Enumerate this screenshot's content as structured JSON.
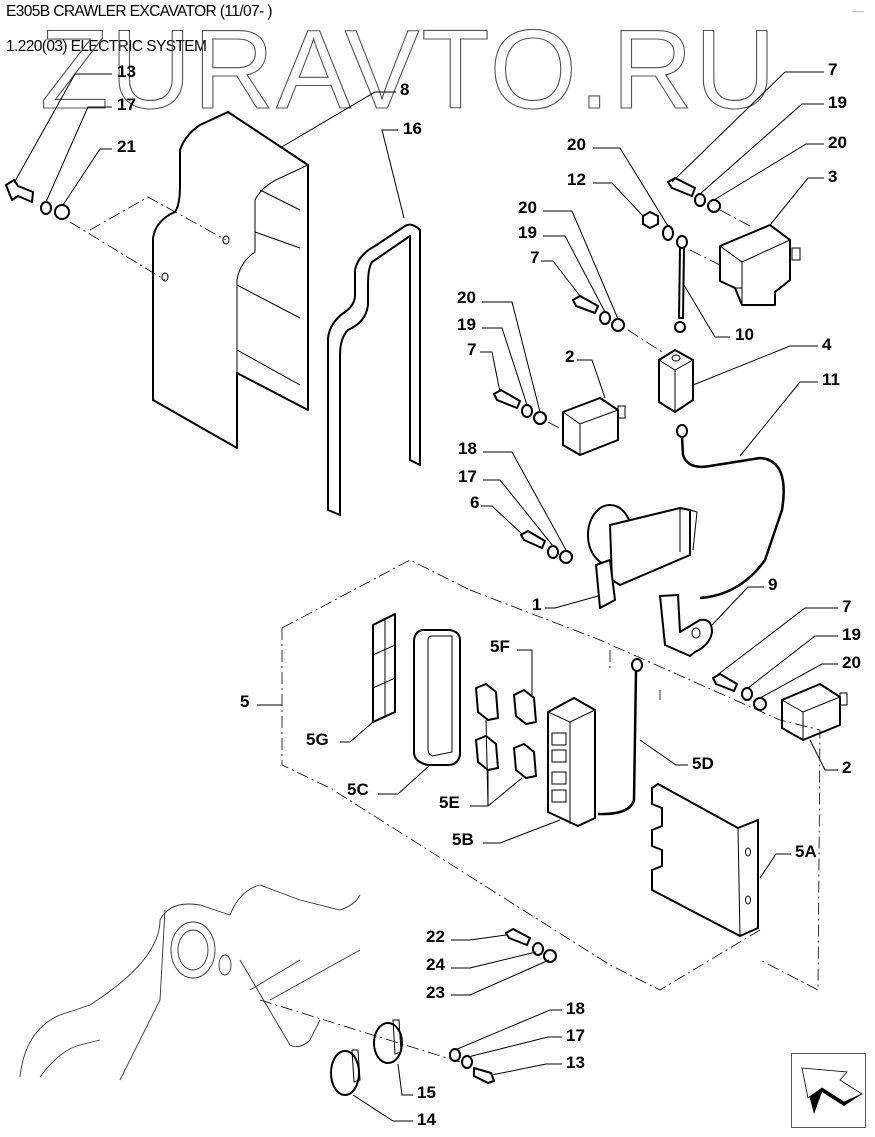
{
  "header": {
    "model": "E305B CRAWLER EXCAVATOR (11/07- )",
    "section": "1.220(03) ELECTRIC SYSTEM"
  },
  "watermark": "ZURAVTO.RU",
  "callouts": [
    {
      "id": "13",
      "label": "13"
    },
    {
      "id": "17",
      "label": "17"
    },
    {
      "id": "21",
      "label": "21"
    },
    {
      "id": "8",
      "label": "8"
    },
    {
      "id": "16",
      "label": "16"
    },
    {
      "id": "7a",
      "label": "7"
    },
    {
      "id": "19a",
      "label": "19"
    },
    {
      "id": "20a",
      "label": "20"
    },
    {
      "id": "3",
      "label": "3"
    },
    {
      "id": "20b",
      "label": "20"
    },
    {
      "id": "12",
      "label": "12"
    },
    {
      "id": "20c",
      "label": "20"
    },
    {
      "id": "19b",
      "label": "19"
    },
    {
      "id": "7b",
      "label": "7"
    },
    {
      "id": "10",
      "label": "10"
    },
    {
      "id": "20d",
      "label": "20"
    },
    {
      "id": "19c",
      "label": "19"
    },
    {
      "id": "7c",
      "label": "7"
    },
    {
      "id": "2a",
      "label": "2"
    },
    {
      "id": "4",
      "label": "4"
    },
    {
      "id": "11",
      "label": "11"
    },
    {
      "id": "18a",
      "label": "18"
    },
    {
      "id": "17b",
      "label": "17"
    },
    {
      "id": "6",
      "label": "6"
    },
    {
      "id": "1",
      "label": "1"
    },
    {
      "id": "9",
      "label": "9"
    },
    {
      "id": "7d",
      "label": "7"
    },
    {
      "id": "19d",
      "label": "19"
    },
    {
      "id": "20e",
      "label": "20"
    },
    {
      "id": "2b",
      "label": "2"
    },
    {
      "id": "5",
      "label": "5"
    },
    {
      "id": "5F",
      "label": "5F"
    },
    {
      "id": "5G",
      "label": "5G"
    },
    {
      "id": "5C",
      "label": "5C"
    },
    {
      "id": "5E",
      "label": "5E"
    },
    {
      "id": "5D",
      "label": "5D"
    },
    {
      "id": "5B",
      "label": "5B"
    },
    {
      "id": "5A",
      "label": "5A"
    },
    {
      "id": "22",
      "label": "22"
    },
    {
      "id": "24",
      "label": "24"
    },
    {
      "id": "23",
      "label": "23"
    },
    {
      "id": "18b",
      "label": "18"
    },
    {
      "id": "17c",
      "label": "17"
    },
    {
      "id": "13b",
      "label": "13"
    },
    {
      "id": "15",
      "label": "15"
    },
    {
      "id": "14",
      "label": "14"
    }
  ],
  "navigation": {
    "next_page_icon": "arrow-nav-icon"
  }
}
